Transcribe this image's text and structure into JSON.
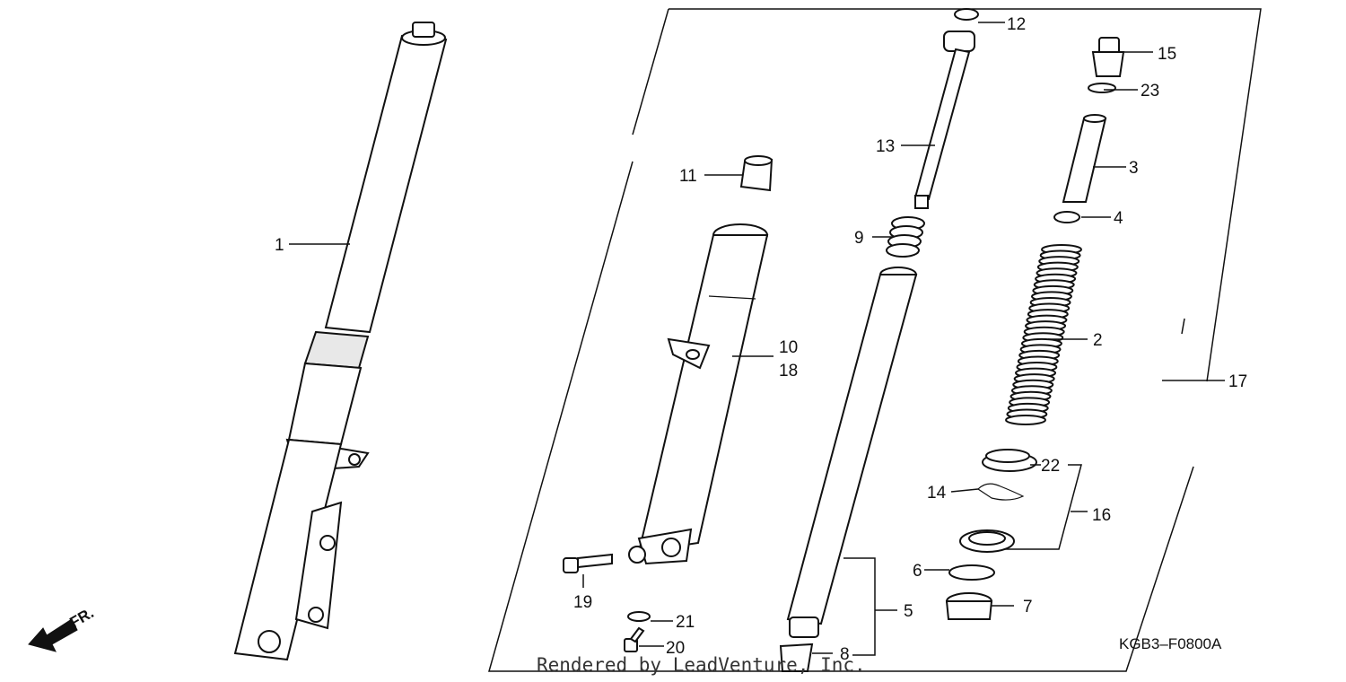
{
  "diagram_code": "KGB3–F0800A",
  "watermark": "Rendered by LeadVenture, Inc.",
  "direction_label": "FR.",
  "callouts": {
    "c1": "1",
    "c2": "2",
    "c3": "3",
    "c4": "4",
    "c5": "5",
    "c6": "6",
    "c7": "7",
    "c8": "8",
    "c9": "9",
    "c10": "10",
    "c11": "11",
    "c12": "12",
    "c13": "13",
    "c14": "14",
    "c15": "15",
    "c16": "16",
    "c17": "17",
    "c18": "18",
    "c19": "19",
    "c20": "20",
    "c21": "21",
    "c22": "22",
    "c23": "23"
  }
}
